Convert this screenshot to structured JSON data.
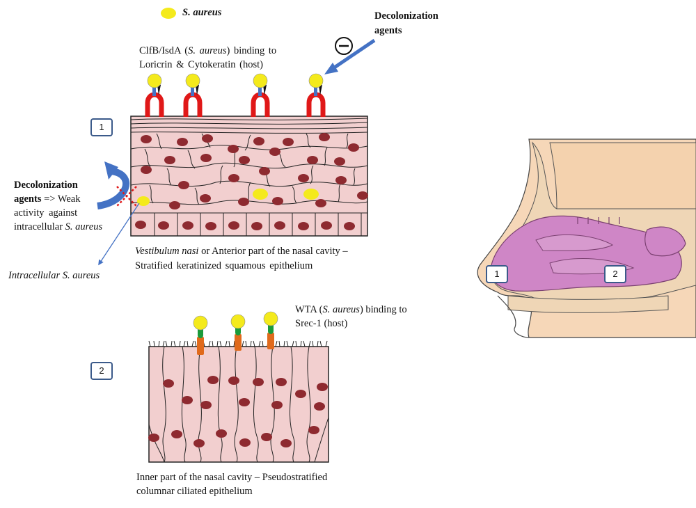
{
  "legend": {
    "symbol_label": "S. aureus",
    "symbol_color": "#f4ea1c"
  },
  "agents_top": {
    "line1": "Decolonization",
    "line2": "agents",
    "symbol": "⊖"
  },
  "binding1": {
    "line1_pre": "ClfB/IsdA (",
    "line1_species": "S. aureus",
    "line1_post": ") binding to",
    "line2": "Loricrin & Cytokeratin (host)"
  },
  "panel1": {
    "number": "1",
    "caption_term": "Vestibulum nasi",
    "caption_rest": " or Anterior part of the nasal cavity –",
    "caption_line2": "Stratified keratinized squamous epithelium"
  },
  "agents_left": {
    "line1": "Decolonization",
    "line2_bold": "agents",
    "line2_rest": " => Weak",
    "line3": "activity against",
    "line4_pre": "intracellular ",
    "line4_species": "S. aureus"
  },
  "intracellular": {
    "label": "Intracellular S. aureus"
  },
  "binding2": {
    "line1_pre": "WTA (",
    "line1_species": "S. aureus",
    "line1_post": ") binding to",
    "line2": "Srec-1 (host)"
  },
  "panel2": {
    "number": "2",
    "caption_line1": "Inner part of the nasal cavity – Pseudostratified",
    "caption_line2": "columnar ciliated epithelium"
  },
  "anatomy": {
    "marker1": "1",
    "marker2": "2"
  },
  "colors": {
    "tissue": "#f2cfcf",
    "nucleus": "#8e2a30",
    "bacteria": "#f4ea1c",
    "adhesin_red": "#e01818",
    "receptor_orange": "#e06a1c",
    "arrow_blue": "#4472c4",
    "nasal_pink": "#cf86c6",
    "bone": "#efd6b6",
    "skin": "#f6d7b8"
  }
}
